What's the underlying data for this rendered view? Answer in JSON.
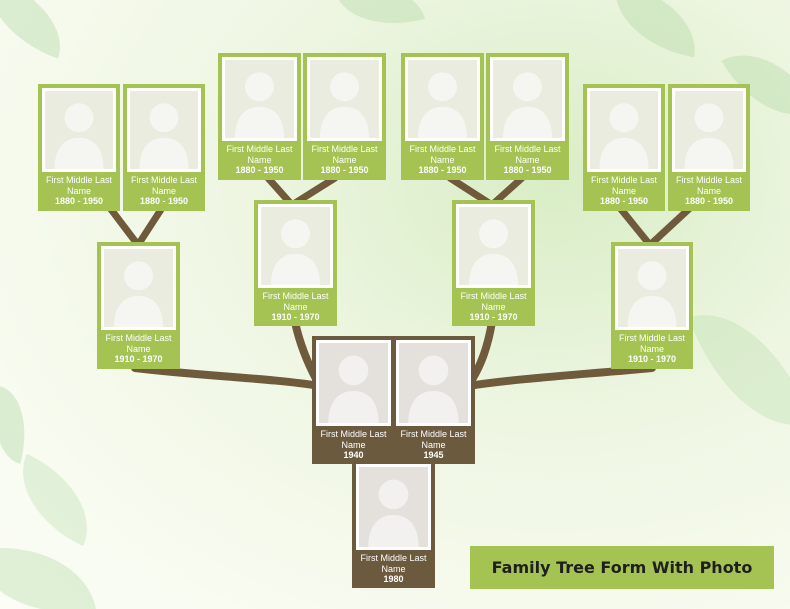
{
  "title": "Family Tree Form With Photo",
  "colors": {
    "card_green": "#a4c353",
    "card_brown": "#6b5a3e",
    "branch": "#6f5a3c",
    "title_bg": "#a4c353"
  },
  "great_grandparents": [
    {
      "name": "First Middle Last Name",
      "years": "1880 - 1950"
    },
    {
      "name": "First Middle Last Name",
      "years": "1880 - 1950"
    },
    {
      "name": "First Middle Last Name",
      "years": "1880 - 1950"
    },
    {
      "name": "First Middle Last Name",
      "years": "1880 - 1950"
    },
    {
      "name": "First Middle Last Name",
      "years": "1880 - 1950"
    },
    {
      "name": "First Middle Last Name",
      "years": "1880 - 1950"
    },
    {
      "name": "First Middle Last Name",
      "years": "1880 - 1950"
    },
    {
      "name": "First Middle Last Name",
      "years": "1880 - 1950"
    }
  ],
  "grandparents": [
    {
      "name": "First Middle Last Name",
      "years": "1910 - 1970"
    },
    {
      "name": "First Middle Last Name",
      "years": "1910 - 1970"
    },
    {
      "name": "First Middle Last Name",
      "years": "1910 - 1970"
    },
    {
      "name": "First Middle Last Name",
      "years": "1910 - 1970"
    }
  ],
  "parents": [
    {
      "name": "First Middle Last Name",
      "years": "1940"
    },
    {
      "name": "First Middle Last Name",
      "years": "1945"
    }
  ],
  "child": {
    "name": "First Middle Last Name",
    "years": "1980"
  }
}
